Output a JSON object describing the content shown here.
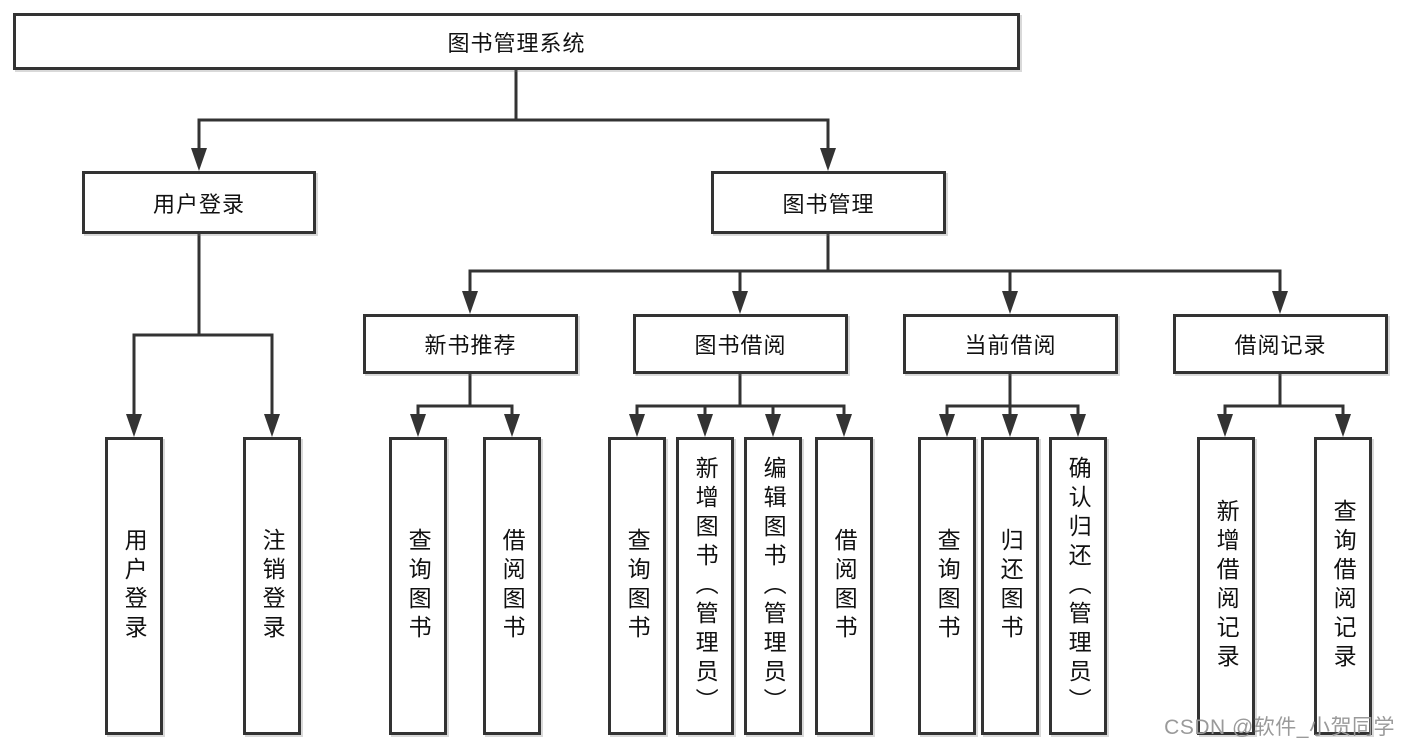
{
  "tree": {
    "label": "图书管理系统",
    "children": [
      {
        "label": "用户登录",
        "children": [
          {
            "label": "用户登录"
          },
          {
            "label": "注销登录"
          }
        ]
      },
      {
        "label": "图书管理",
        "children": [
          {
            "label": "新书推荐",
            "children": [
              {
                "label": "查询图书"
              },
              {
                "label": "借阅图书"
              }
            ]
          },
          {
            "label": "图书借阅",
            "children": [
              {
                "label": "查询图书"
              },
              {
                "label": "新增图书（管理员）"
              },
              {
                "label": "编辑图书（管理员）"
              },
              {
                "label": "借阅图书"
              }
            ]
          },
          {
            "label": "当前借阅",
            "children": [
              {
                "label": "查询图书"
              },
              {
                "label": "归还图书"
              },
              {
                "label": "确认归还（管理员）"
              }
            ]
          },
          {
            "label": "借阅记录",
            "children": [
              {
                "label": "新增借阅记录"
              },
              {
                "label": "查询借阅记录"
              }
            ]
          }
        ]
      }
    ]
  },
  "watermark": {
    "text": "CSDN @软件_小贺同学"
  },
  "colors": {
    "line": "#333333",
    "text": "#111111",
    "watermark": "#9a9a9a",
    "background": "#ffffff"
  }
}
